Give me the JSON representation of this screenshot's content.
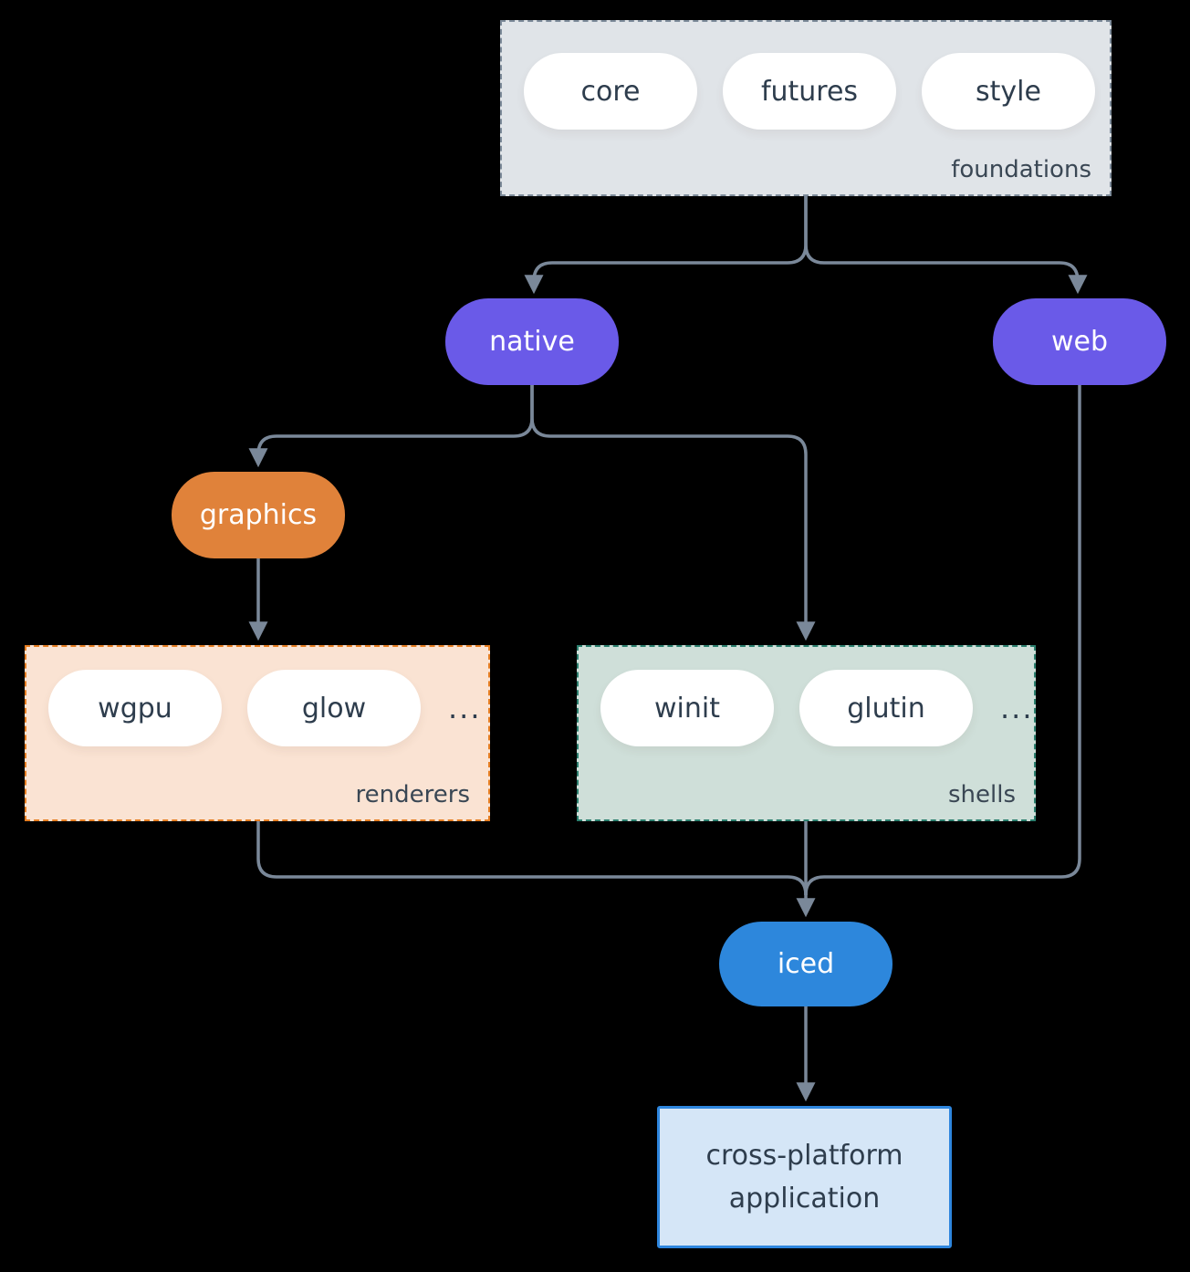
{
  "colors": {
    "background": "#000000",
    "connector": "#7a8899",
    "node_text_dark": "#2e3d4d",
    "node_text_light": "#ffffff",
    "purple": "#6a5ae8",
    "orange": "#e0823a",
    "blue": "#2d87dc",
    "foundations_bg": "#e0e4e8",
    "foundations_border": "#7d8b9a",
    "renderers_bg": "#fae3d3",
    "renderers_border": "#e67e22",
    "shells_bg": "#cfdfd9",
    "shells_border": "#2b7f6e",
    "app_bg": "#d5e6f7",
    "app_border": "#2e86de"
  },
  "groups": {
    "foundations": {
      "label": "foundations",
      "items": [
        "core",
        "futures",
        "style"
      ]
    },
    "renderers": {
      "label": "renderers",
      "items": [
        "wgpu",
        "glow"
      ],
      "more": "..."
    },
    "shells": {
      "label": "shells",
      "items": [
        "winit",
        "glutin"
      ],
      "more": "..."
    }
  },
  "nodes": {
    "native": "native",
    "web": "web",
    "graphics": "graphics",
    "iced": "iced"
  },
  "application": {
    "line1": "cross-platform",
    "line2": "application"
  }
}
